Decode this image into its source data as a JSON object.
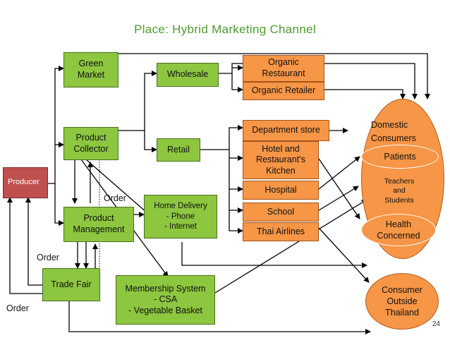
{
  "title": "Place: Hybrid Marketing Channel",
  "page_number": "24",
  "nodes": {
    "producer": "Producer",
    "green_market": "Green\nMarket",
    "product_collector": "Product\nCollector",
    "product_management": "Product\nManagement",
    "trade_fair": "Trade Fair",
    "wholesale": "Wholesale",
    "retail": "Retail",
    "home_delivery": "Home Delivery\n-   Phone\n-   Internet",
    "membership_system": "Membership System\n-   CSA\n-   Vegetable Basket",
    "organic_restaurant": "Organic\nRestaurant",
    "organic_retailer": "Organic Retailer",
    "department_store": "Department store",
    "hotel_restaurant": "Hotel and\nRestaurant’s\nKitchen",
    "hospital": "Hospital",
    "school": "School",
    "thai_airlines": "Thai Airlines",
    "domestic_consumers": "Domestic\nConsumers",
    "patients": "Patients",
    "teachers_students": "Teachers\nand\nStudents",
    "health_concerned": "Health\nConcerned",
    "consumer_outside": "Consumer\nOutside\nThailand"
  },
  "order_labels": [
    "Order",
    "Order",
    "Order"
  ],
  "colors": {
    "green": "#8dc63f",
    "orange": "#f79646",
    "red": "#c0504d",
    "title": "#4f9a2e"
  }
}
